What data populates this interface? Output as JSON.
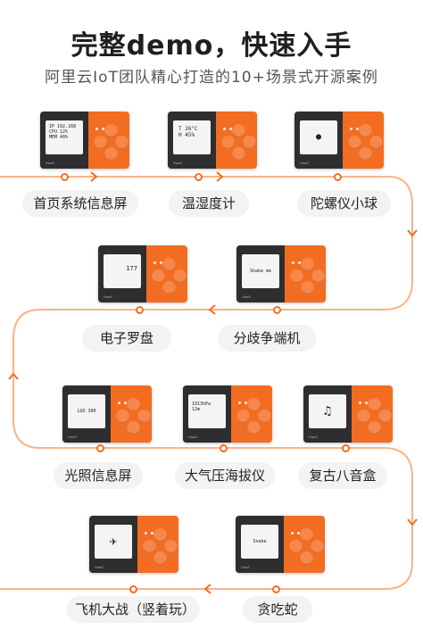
{
  "header": {
    "title": "完整demo，快速入手",
    "subtitle": "阿里云IoT团队精心打造的10+场景式开源案例"
  },
  "device_brand": "HaaS",
  "colors": {
    "accent": "#f26d21",
    "device_body": "#f26d21",
    "screen_frame": "#2e2e30",
    "label_bg": "#f3f3f3"
  },
  "demos": [
    {
      "label": "首页系统信息屏",
      "screen_text": "IP 192.168\nCPU 12%\nMEM 40%"
    },
    {
      "label": "温湿度计",
      "screen_text": "T 26°C\nH 45%"
    },
    {
      "label": "陀螺仪小球",
      "screen_text": "●"
    },
    {
      "label": "电子罗盘",
      "screen_text": "177"
    },
    {
      "label": "分歧争端机",
      "screen_text": "Shake me"
    },
    {
      "label": "光照信息屏",
      "screen_text": "LUX 300"
    },
    {
      "label": "大气压海拔仪",
      "screen_text": "1013hPa\n12m"
    },
    {
      "label": "复古八音盒",
      "screen_text": "♫"
    },
    {
      "label": "飞机大战（竖着玩）",
      "screen_text": "✈"
    },
    {
      "label": "贪吃蛇",
      "screen_text": "Snake"
    }
  ]
}
